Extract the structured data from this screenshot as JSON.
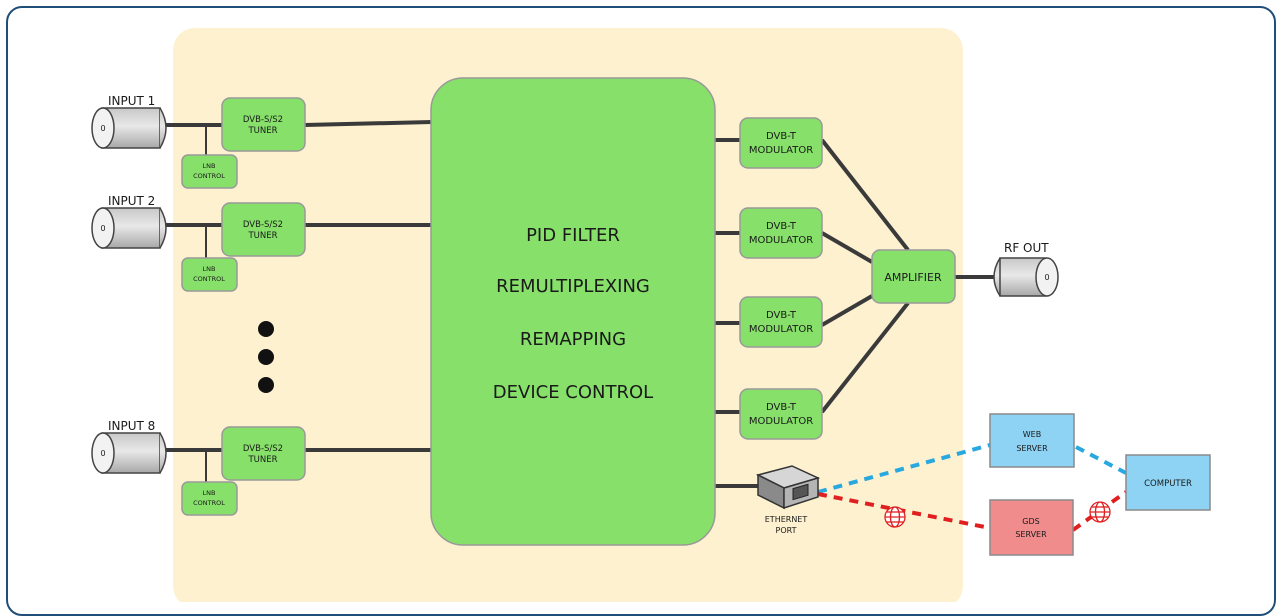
{
  "inputs": [
    {
      "label": "INPUT 1",
      "tuner": [
        "DVB-S/S2",
        "TUNER"
      ],
      "lnb": [
        "LNB",
        "CONTROL"
      ]
    },
    {
      "label": "INPUT 2",
      "tuner": [
        "DVB-S/S2",
        "TUNER"
      ],
      "lnb": [
        "LNB",
        "CONTROL"
      ]
    },
    {
      "label": "INPUT 8",
      "tuner": [
        "DVB-S/S2",
        "TUNER"
      ],
      "lnb": [
        "LNB",
        "CONTROL"
      ]
    }
  ],
  "core": {
    "lines": [
      "PID FILTER",
      "REMULTIPLEXING",
      "REMAPPING",
      "DEVICE CONTROL"
    ]
  },
  "modulators": [
    [
      "DVB-T",
      "MODULATOR"
    ],
    [
      "DVB-T",
      "MODULATOR"
    ],
    [
      "DVB-T",
      "MODULATOR"
    ],
    [
      "DVB-T",
      "MODULATOR"
    ]
  ],
  "amplifier": "AMPLIFIER",
  "rf_out": "RF OUT",
  "ethernet": [
    "ETHERNET",
    "PORT"
  ],
  "web_server": [
    "WEB",
    "SERVER"
  ],
  "gds_server": [
    "GDS",
    "SERVER"
  ],
  "computer": "COMPUTER",
  "colors": {
    "panel": "#fdf1cf",
    "block": "#86e06a",
    "web": "#8fd3f4",
    "gds": "#f08c8c",
    "link_blue": "#29a8e0",
    "link_red": "#e02020",
    "frame": "#1f4e79"
  }
}
